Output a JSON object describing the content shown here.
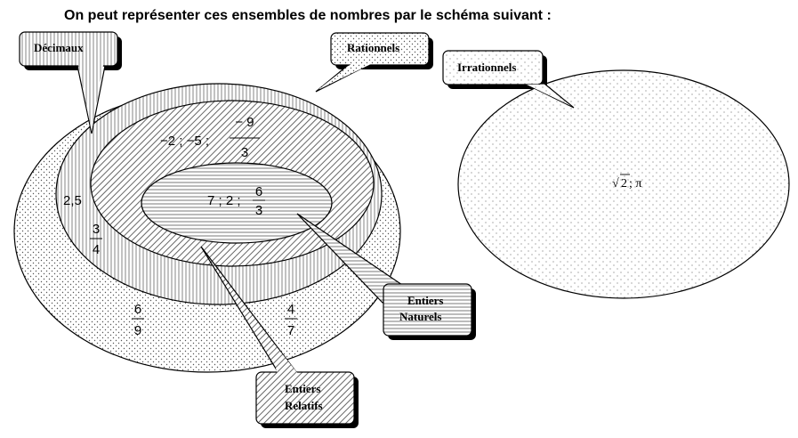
{
  "heading": "On peut représenter ces ensembles de nombres par le schéma suivant :",
  "labels": {
    "decimaux": "Décimaux",
    "rationnels": "Rationnels",
    "irrationnels": "Irrationnels",
    "entiers_naturels_1": "Entiers",
    "entiers_naturels_2": "Naturels",
    "entiers_relatifs_1": "Entiers",
    "entiers_relatifs_2": "Relatifs"
  },
  "examples": {
    "naturels": {
      "text": "7 ; 2 ;",
      "frac_num": "6",
      "frac_den": "3"
    },
    "relatifs": {
      "text": "−2 ; −5 ;",
      "frac_num": "− 9",
      "frac_den": "3"
    },
    "decimaux": {
      "value": "2,5",
      "frac_num": "3",
      "frac_den": "4"
    },
    "rationnels": [
      {
        "frac_num": "6",
        "frac_den": "9"
      },
      {
        "frac_num": "4",
        "frac_den": "7"
      }
    ],
    "irrationnels": {
      "radical": "√",
      "radicand": "2",
      "rest": " ; π"
    }
  },
  "colors": {
    "stroke": "#000000",
    "callout_shadow": "#000000",
    "background": "#ffffff"
  }
}
